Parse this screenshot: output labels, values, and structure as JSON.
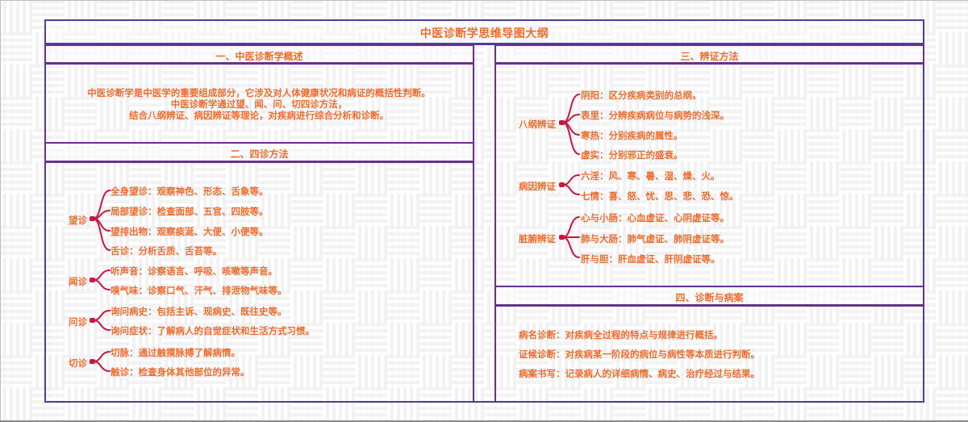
{
  "title": "中医诊断学思维导图大纲",
  "colors": {
    "text_accent": "#f26b2a",
    "connector": "#c8163f",
    "frame_border": "#4b3f9e",
    "section_border": "#6a2f91"
  },
  "sections": [
    {
      "heading": "一、中医诊断学概述",
      "paragraph_lines": [
        "中医诊断学是中医学的重要组成部分，它涉及对人体健康状况和病证的概括性判断。",
        "中医诊断学通过望、闻、问、切四诊方法，",
        "结合八纲辨证、病因辨证等理论，对疾病进行综合分析和诊断。"
      ]
    },
    {
      "heading": "二、四诊方法",
      "groups": [
        {
          "label": "望诊",
          "items": [
            "全身望诊：观察神色、形态、舌象等。",
            "局部望诊：检查面部、五官、四肢等。",
            "望排出物：观察痰涎、大便、小便等。",
            "舌诊：分析舌质、舌苔等。"
          ]
        },
        {
          "label": "闻诊",
          "items": [
            "听声音：诊察语言、呼吸、咳嗽等声音。",
            "嗅气味：诊察口气、汗气、排泄物气味等。"
          ]
        },
        {
          "label": "问诊",
          "items": [
            "询问病史：包括主诉、现病史、既往史等。",
            "询问症状：了解病人的自觉症状和生活方式习惯。"
          ]
        },
        {
          "label": "切诊",
          "items": [
            "切脉：通过触摸脉搏了解病情。",
            "触诊：检查身体其他部位的异常。"
          ]
        }
      ]
    },
    {
      "heading": "三、辨证方法",
      "groups": [
        {
          "label": "八纲辨证",
          "items": [
            "阴阳：区分疾病类别的总纲。",
            "表里：分辨疾病病位与病势的浅深。",
            "寒热：分别疾病的属性。",
            "虚实：分别邪正的盛衰。"
          ]
        },
        {
          "label": "病因辨证",
          "items": [
            "六淫：风、寒、暑、湿、燥、火。",
            "七情：喜、怒、忧、思、悲、恐、惊。"
          ]
        },
        {
          "label": "脏腑辨证",
          "items": [
            "心与小肠：心血虚证、心阴虚证等。",
            "肺与大肠：肺气虚证、肺阴虚证等。",
            "肝与胆：肝血虚证、肝阴虚证等。"
          ]
        }
      ]
    },
    {
      "heading": "四、诊断与病案",
      "lines": [
        "病名诊断：对疾病全过程的特点与规律进行概括。",
        "证候诊断：对疾病某一阶段的病位与病性等本质进行判断。",
        "病案书写：记录病人的详细病情、病史、治疗经过与结果。"
      ]
    }
  ]
}
